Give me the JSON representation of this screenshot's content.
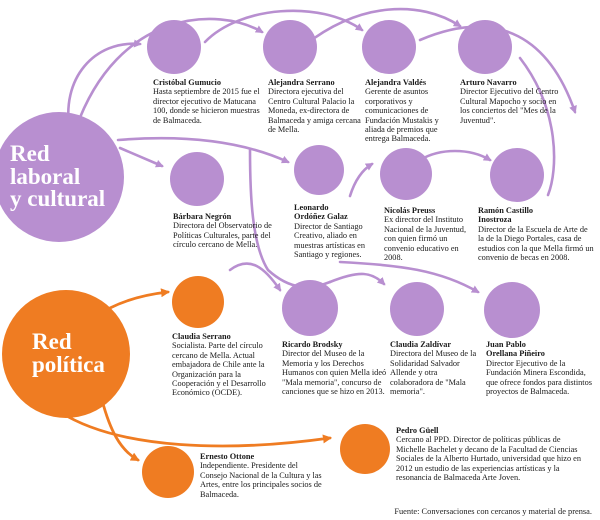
{
  "colors": {
    "laboral": "#b88fd0",
    "politica": "#ef7c22"
  },
  "groups": {
    "laboral": {
      "line1": "Red",
      "line2": "laboral",
      "line3": "y cultural"
    },
    "politica": {
      "line1": "Red",
      "line2": "política"
    }
  },
  "people": {
    "gumucio": {
      "name": "Cristóbal Gumucio",
      "desc": "Hasta septiembre de 2015 fue el director ejecutivo de Matucana 100, donde se hicieron muestras de Balmaceda."
    },
    "serrano_a": {
      "name": "Alejandra Serrano",
      "desc": "Directora ejecutiva del Centro Cultural Palacio la Moneda, ex-directora de Balmaceda y amiga cercana de Mella."
    },
    "valdes": {
      "name": "Alejandra Valdés",
      "desc": "Gerente de asuntos corporativos y comunicaciones de Fundación Mustakis y aliada de premios  que entrega Balmaceda."
    },
    "navarro": {
      "name": "Arturo Navarro",
      "desc": "Director Ejecutivo del Centro Cultural Mapocho y socio en los conciertos del \"Mes de la Juventud\"."
    },
    "negron": {
      "name": "Bárbara Negrón",
      "desc": "Directora del Observatorio de Políticas Culturales, parte del círculo cercano de Mella."
    },
    "ordonez": {
      "name1": "Leonardo",
      "name2": "Ordóñez Galaz",
      "desc": "Director de Santiago Creativo, aliado en muestras artísticas en Santiago y regiones."
    },
    "preuss": {
      "name": "Nicolás Preuss",
      "desc": "Ex director del Instituto Nacional de la Juventud, con quien firmó un convenio educativo en 2008."
    },
    "castillo": {
      "name1": "Ramón Castillo",
      "name2": "Inostroza",
      "desc": "Director de la Escuela de Arte de la de la Diego Portales, casa de estudios con la que Mella firmó un convenio de becas en 2008."
    },
    "serrano_c": {
      "name": "Claudia Serrano",
      "desc": "Socialista. Parte del círculo cercano de Mella. Actual embajadora de Chile ante la Organización para la Cooperación y el Desarrollo Económico (OCDE)."
    },
    "brodsky": {
      "name": "Ricardo Brodsky",
      "desc": "Director del Museo de la Memoria y los Derechos Humanos con quien Mella ideó \"Mala memoria\", concurso de canciones que se hizo en 2013."
    },
    "zaldivar": {
      "name": "Claudia Zaldívar",
      "desc": "Directora del Museo de la Solidaridad Salvador Allende y otra colaboradora de \"Mala memoria\"."
    },
    "orellana": {
      "name1": "Juan Pablo",
      "name2": "Orellana Piñeiro",
      "desc": "Director Ejecutivo de la Fundación Minera Escondida, que ofrece fondos para distintos proyectos de Balmaceda."
    },
    "ottone": {
      "name": "Ernesto Ottone",
      "desc": "Independiente. Presidente del Consejo Nacional de la Cultura y las Artes, entre los principales socios de Balmaceda."
    },
    "guell": {
      "name": "Pedro Güell",
      "desc": "Cercano al PPD. Director de políticas públicas de Michelle Bachelet y decano de la Facultad de Ciencias Sociales de la Alberto Hurtado, universidad que hizo en 2012 un estudio de las experiencias artísticas y la resonancia de Balmaceda Arte Joven."
    }
  },
  "source": "Fuente: Conversaciones con cercanos y material de prensa."
}
